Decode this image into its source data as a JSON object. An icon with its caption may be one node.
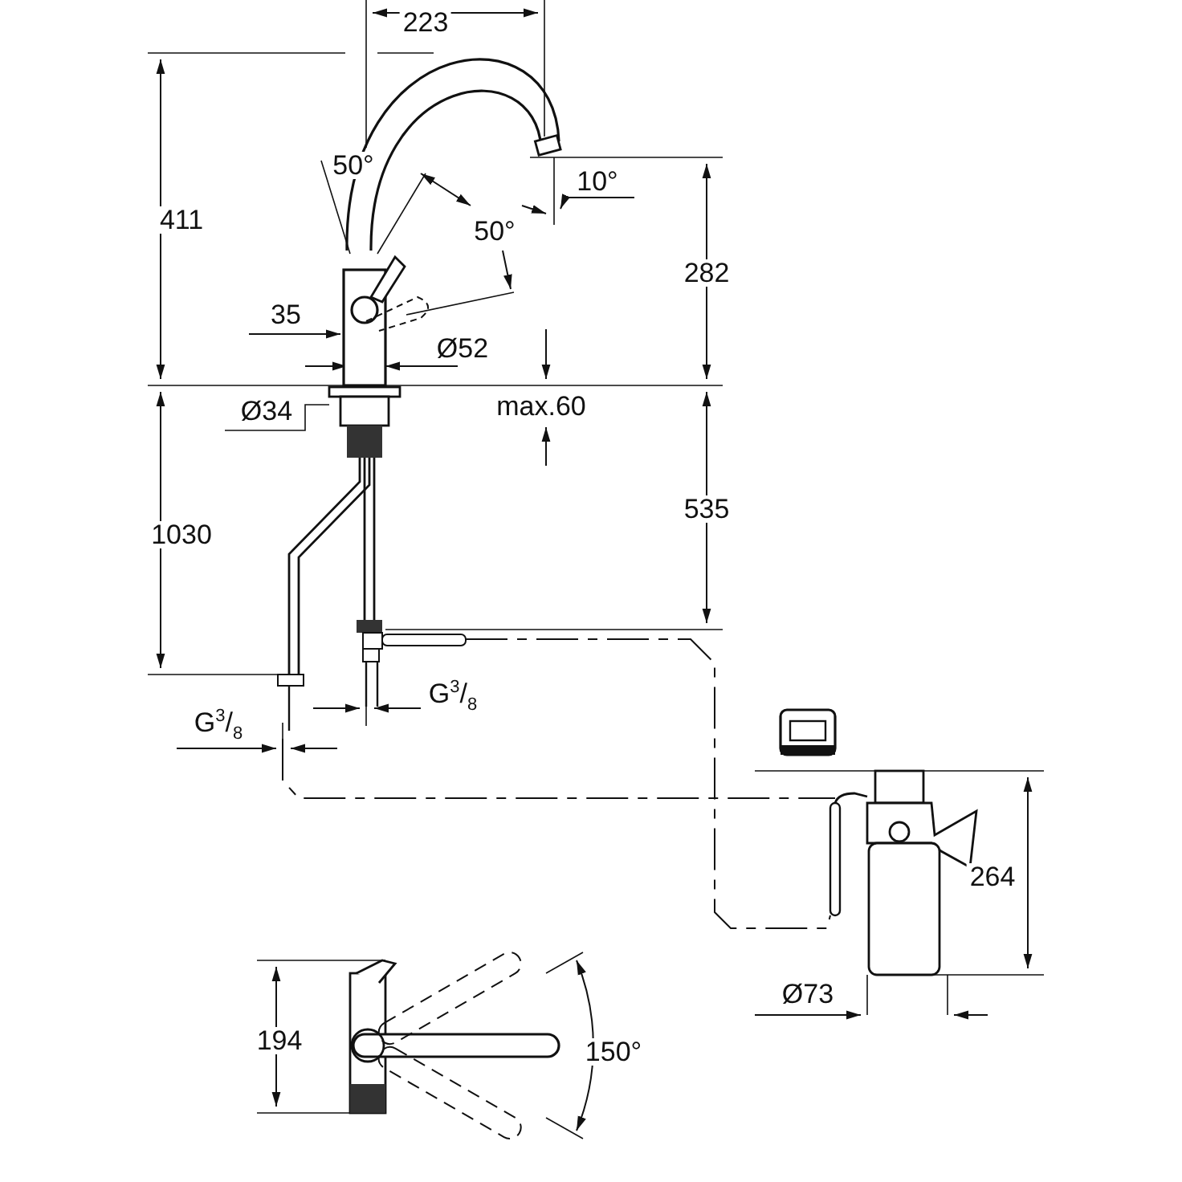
{
  "diagram": {
    "nodes": [
      {
        "text": [],
        "shape": "picture"
      },
      {
        "text": [],
        "shape": "picture"
      }
    ],
    "edges": [
      {
        "from": 0,
        "to": 1,
        "arrow": "none",
        "style": "dashed"
      },
      {
        "from": 0,
        "to": 1,
        "arrow": "none",
        "style": "dashed"
      }
    ],
    "labels": [
      "223",
      "411",
      "50°",
      "10°",
      "50°",
      "282",
      "35",
      "Ø52",
      "Ø34",
      "max.60",
      "1030",
      "535",
      "G$^{3}$/$_{8}$",
      "G$^{3}$/$_{8}$",
      "264",
      "Ø73",
      "194",
      "150°"
    ]
  }
}
